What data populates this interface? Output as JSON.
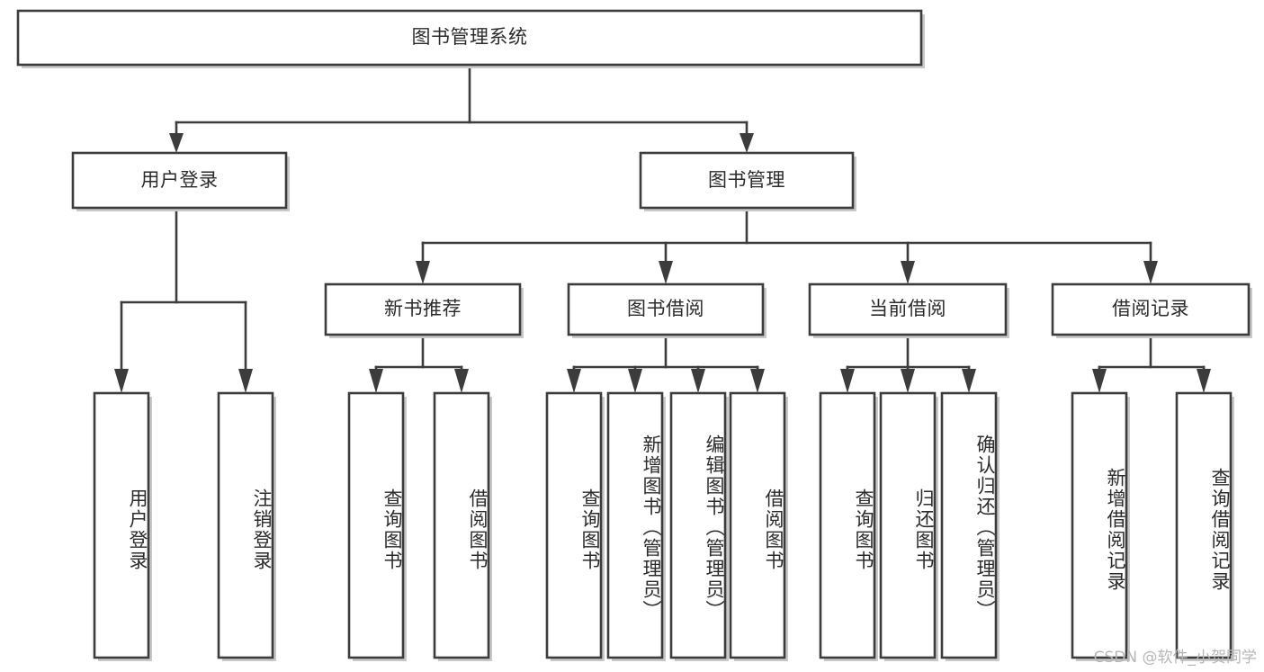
{
  "diagram": {
    "type": "tree",
    "title": "图书管理系统",
    "orientation": "top-down",
    "accent_color": "#3c3c3c",
    "background_color": "#ffffff",
    "nodes": {
      "root": {
        "label": "图书管理系统"
      },
      "level1": [
        {
          "id": "user-login",
          "label": "用户登录"
        },
        {
          "id": "book-management",
          "label": "图书管理"
        }
      ],
      "level2": [
        {
          "id": "new-book-recommend",
          "label": "新书推荐",
          "parent": "book-management"
        },
        {
          "id": "book-borrow",
          "label": "图书借阅",
          "parent": "book-management"
        },
        {
          "id": "current-borrow",
          "label": "当前借阅",
          "parent": "book-management"
        },
        {
          "id": "borrow-record",
          "label": "借阅记录",
          "parent": "book-management"
        }
      ],
      "leaves": [
        {
          "id": "leaf-user-login",
          "label": "用户登录",
          "parent": "user-login"
        },
        {
          "id": "leaf-logout",
          "label": "注销登录",
          "parent": "user-login"
        },
        {
          "id": "leaf-query-book-1",
          "label": "查询图书",
          "parent": "new-book-recommend"
        },
        {
          "id": "leaf-borrow-book-1",
          "label": "借阅图书",
          "parent": "new-book-recommend"
        },
        {
          "id": "leaf-query-book-2",
          "label": "查询图书",
          "parent": "book-borrow"
        },
        {
          "id": "leaf-add-book",
          "label": "新增图书（管理员）",
          "parent": "book-borrow"
        },
        {
          "id": "leaf-edit-book",
          "label": "编辑图书（管理员）",
          "parent": "book-borrow"
        },
        {
          "id": "leaf-borrow-book-2",
          "label": "借阅图书",
          "parent": "book-borrow"
        },
        {
          "id": "leaf-query-book-3",
          "label": "查询图书",
          "parent": "current-borrow"
        },
        {
          "id": "leaf-return-book",
          "label": "归还图书",
          "parent": "current-borrow"
        },
        {
          "id": "leaf-confirm-return",
          "label": "确认归还（管理员）",
          "parent": "current-borrow"
        },
        {
          "id": "leaf-add-record",
          "label": "新增借阅记录",
          "parent": "borrow-record"
        },
        {
          "id": "leaf-query-record",
          "label": "查询借阅记录",
          "parent": "borrow-record"
        }
      ]
    }
  },
  "watermark": {
    "text": "CSDN @软件_小贺同学"
  }
}
